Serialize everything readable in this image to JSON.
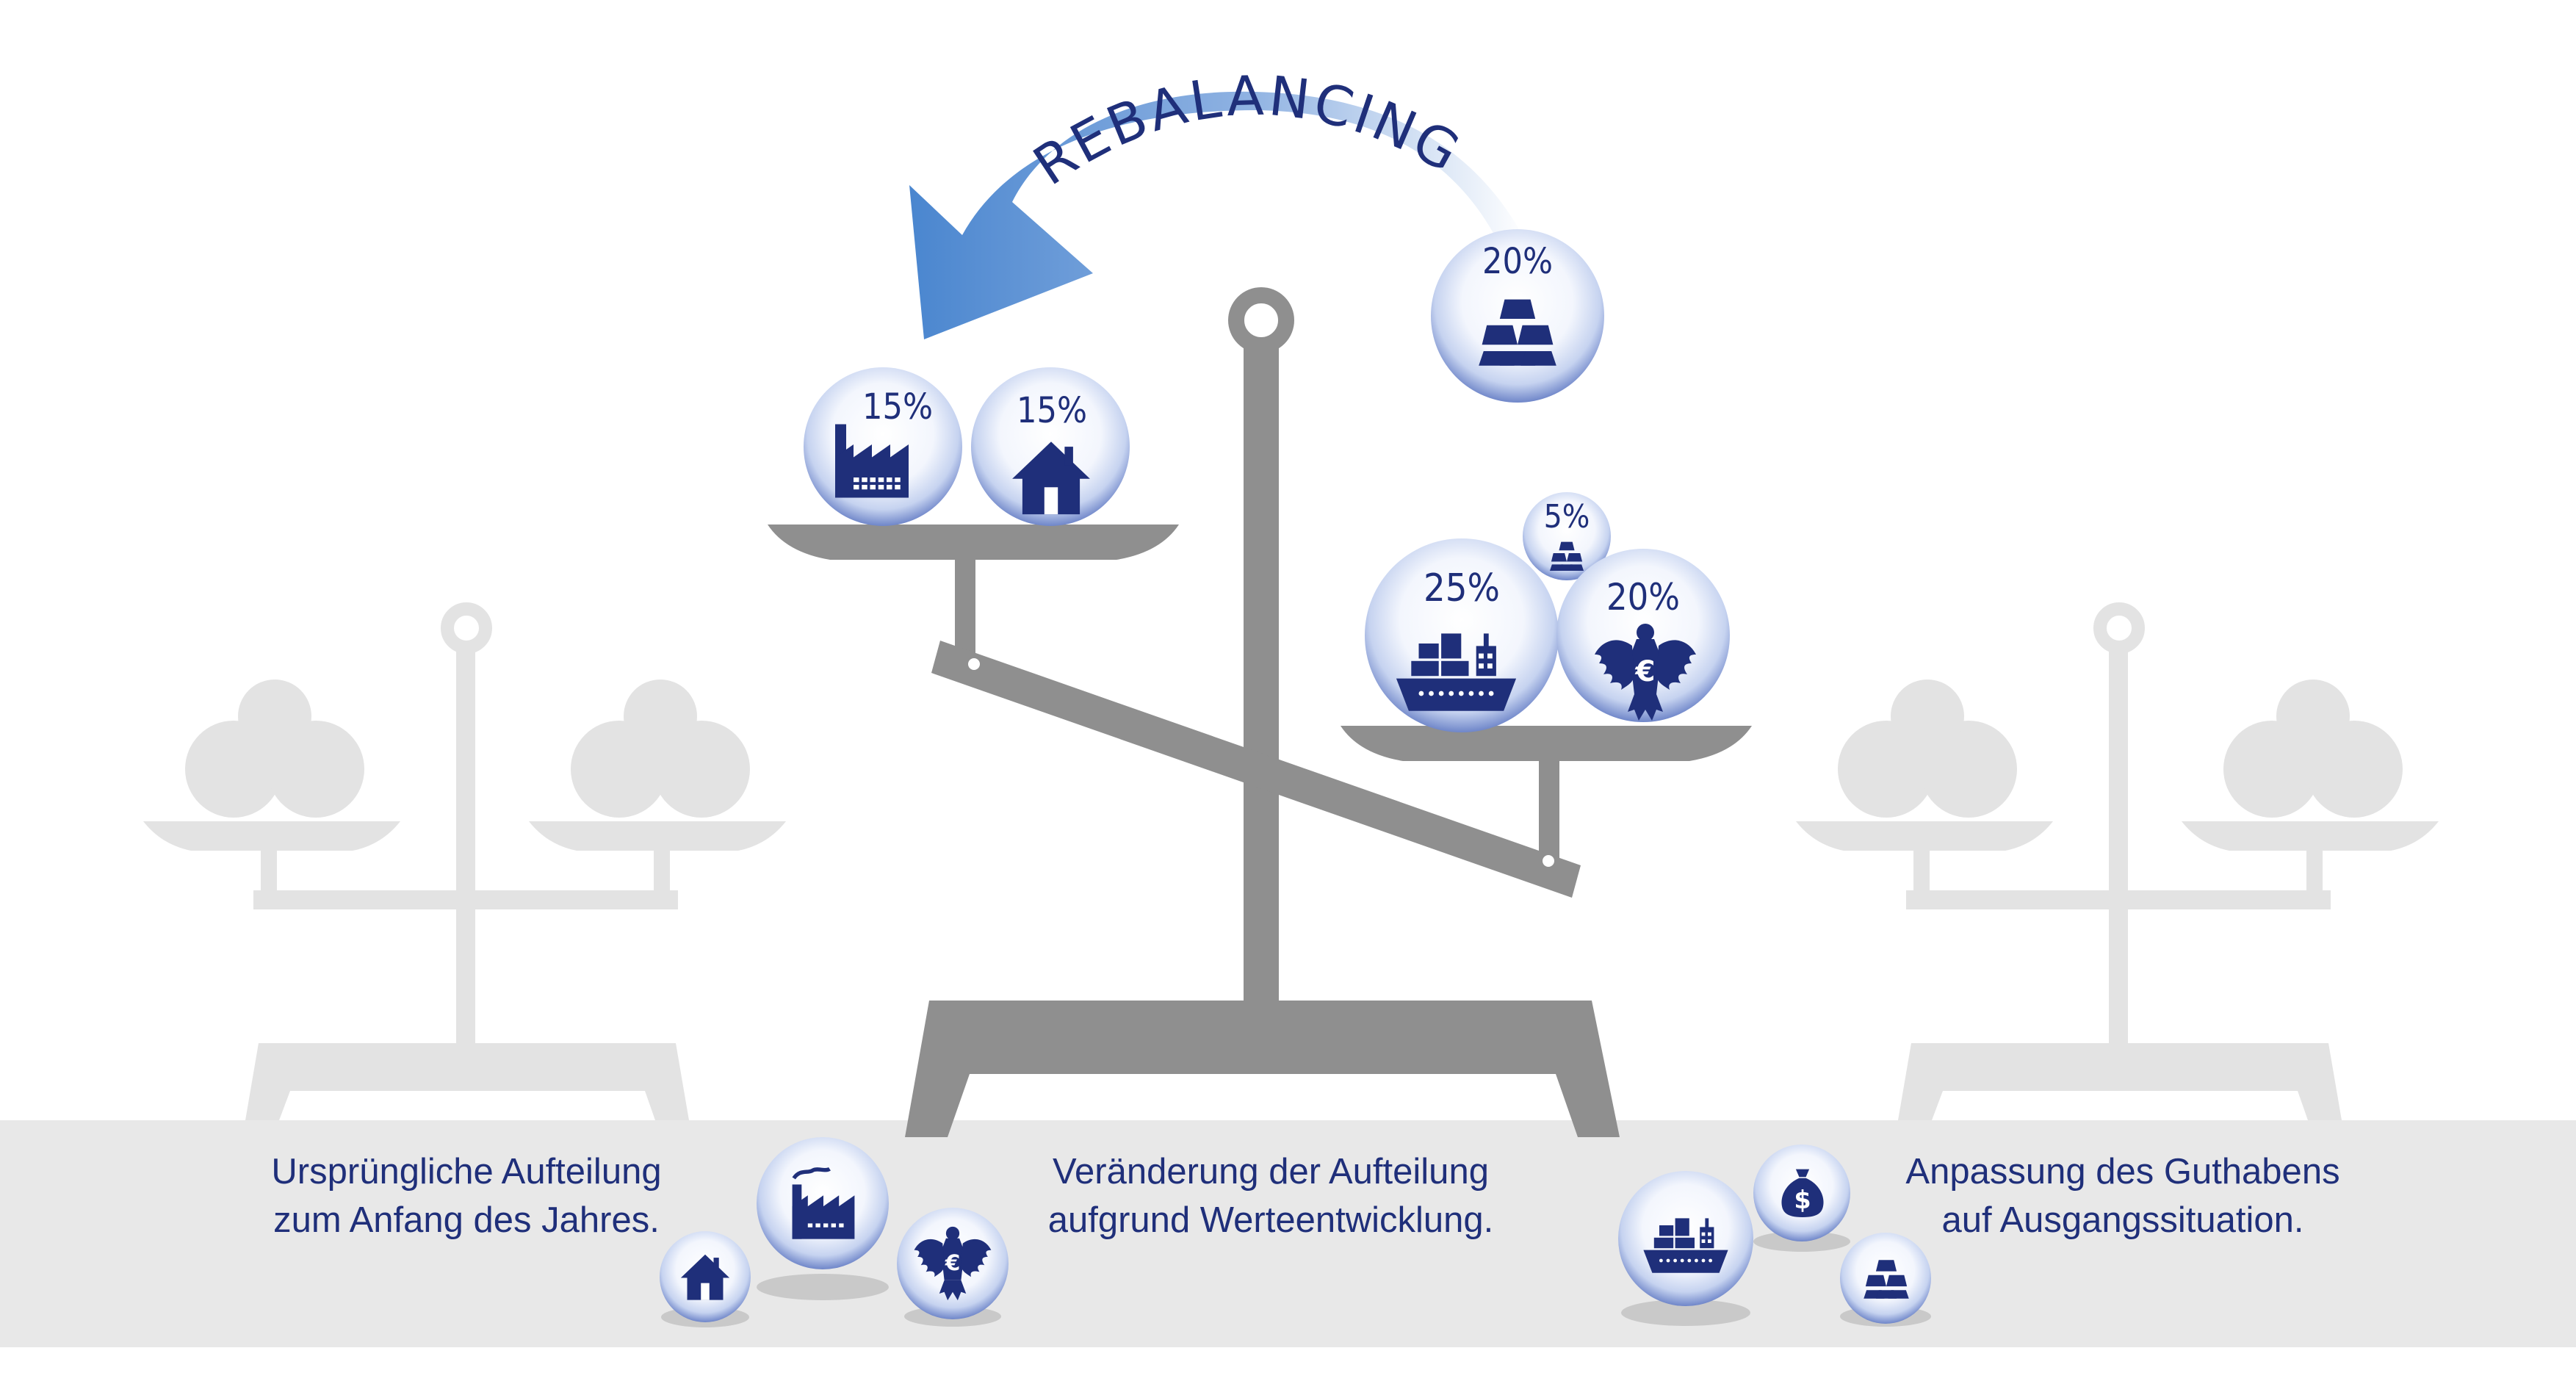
{
  "title": "REBALANCING",
  "colors": {
    "navy": "#1f2f7a",
    "arrow_blue": "#4a86cf",
    "scale_gray": "#8f8f8f",
    "ghost_gray": "#e3e3e3",
    "ground_gray": "#e8e8e8"
  },
  "captions": {
    "left": {
      "line1": "Ursprüngliche Aufteilung",
      "line2": "zum Anfang des Jahres."
    },
    "center": {
      "line1": "Veränderung der Aufteilung",
      "line2": "aufgrund Werteentwicklung."
    },
    "right": {
      "line1": "Anpassung des Guthabens",
      "line2": "auf Ausgangssituation."
    }
  },
  "left_pan": [
    {
      "asset": "stocks",
      "icon": "factory-icon",
      "percent": "15%"
    },
    {
      "asset": "real-estate",
      "icon": "house-icon",
      "percent": "15%"
    }
  ],
  "right_pan": [
    {
      "asset": "commodities",
      "icon": "ship-icon",
      "percent": "25%"
    },
    {
      "asset": "gold-small",
      "icon": "gold-bars-icon",
      "percent": "5%"
    },
    {
      "asset": "government-bonds",
      "icon": "eagle-euro-icon",
      "percent": "20%"
    }
  ],
  "moving_ball": {
    "asset": "gold",
    "icon": "gold-bars-icon",
    "percent": "20%"
  },
  "bottom_left_icons": [
    "factory-icon",
    "house-icon",
    "eagle-euro-icon"
  ],
  "bottom_right_icons": [
    "ship-icon",
    "money-bag-icon",
    "gold-bars-icon"
  ]
}
